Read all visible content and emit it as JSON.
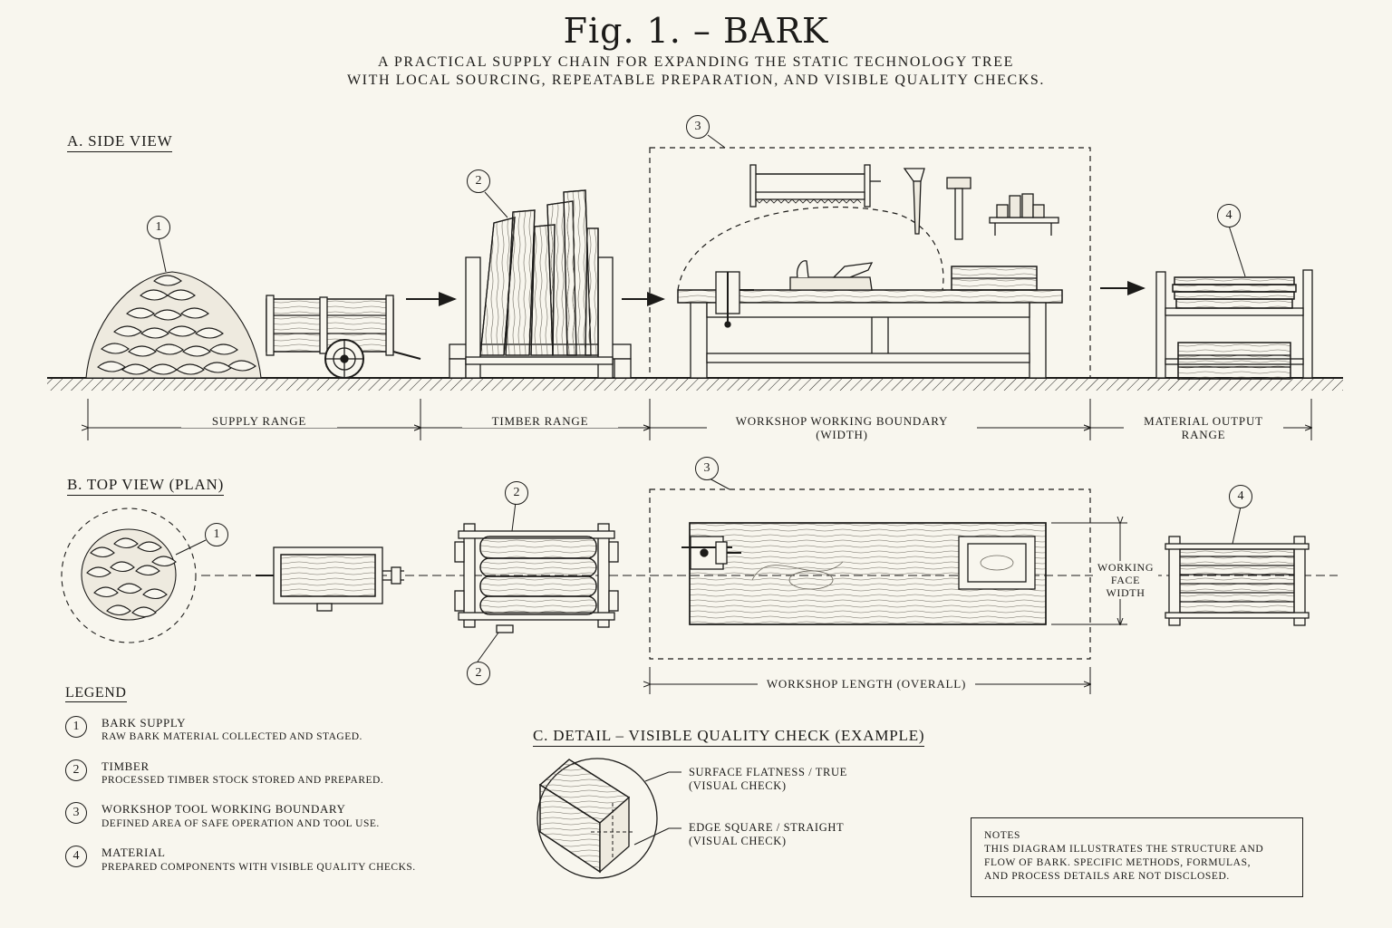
{
  "title": "Fig. 1.  –  BARK",
  "subtitle_lines": [
    "A PRACTICAL SUPPLY CHAIN FOR EXPANDING THE STATIC TECHNOLOGY TREE",
    "WITH LOCAL SOURCING, REPEATABLE PREPARATION, AND VISIBLE QUALITY CHECKS."
  ],
  "sections": {
    "side_view": "A.  SIDE VIEW",
    "top_view": "B.  TOP VIEW (PLAN)",
    "detail": "C.  DETAIL – VISIBLE QUALITY CHECK (EXAMPLE)"
  },
  "markers": [
    "1",
    "2",
    "3",
    "4"
  ],
  "side_dims": {
    "supply": "SUPPLY RANGE",
    "timber": "TIMBER RANGE",
    "workshop_line1": "WORKSHOP WORKING BOUNDARY",
    "workshop_line2": "(WIDTH)",
    "output_line1": "MATERIAL OUTPUT",
    "output_line2": "RANGE"
  },
  "plan_dims": {
    "working_face": [
      "WORKING",
      "FACE",
      "WIDTH"
    ],
    "workshop_length": "WORKSHOP LENGTH (OVERALL)"
  },
  "legend": {
    "title": "LEGEND",
    "items": [
      {
        "num": "1",
        "title": "BARK SUPPLY",
        "desc": "RAW BARK MATERIAL COLLECTED AND STAGED."
      },
      {
        "num": "2",
        "title": "TIMBER",
        "desc": "PROCESSED TIMBER STOCK STORED AND PREPARED."
      },
      {
        "num": "3",
        "title": "WORKSHOP TOOL WORKING BOUNDARY",
        "desc": "DEFINED AREA OF SAFE OPERATION AND TOOL USE."
      },
      {
        "num": "4",
        "title": "MATERIAL",
        "desc": "PREPARED COMPONENTS WITH VISIBLE QUALITY CHECKS."
      }
    ]
  },
  "detail_callouts": {
    "flatness_line1": "SURFACE FLATNESS / TRUE",
    "flatness_line2": "(VISUAL CHECK)",
    "edge_line1": "EDGE SQUARE / STRAIGHT",
    "edge_line2": "(VISUAL CHECK)"
  },
  "notes": {
    "heading": "NOTES",
    "lines": [
      "THIS DIAGRAM ILLUSTRATES THE STRUCTURE AND",
      "FLOW OF BARK.  SPECIFIC METHODS, FORMULAS,",
      "AND PROCESS DETAILS ARE NOT DISCLOSED."
    ]
  },
  "colors": {
    "ink": "#1c1b19",
    "paper": "#f8f6ee"
  }
}
